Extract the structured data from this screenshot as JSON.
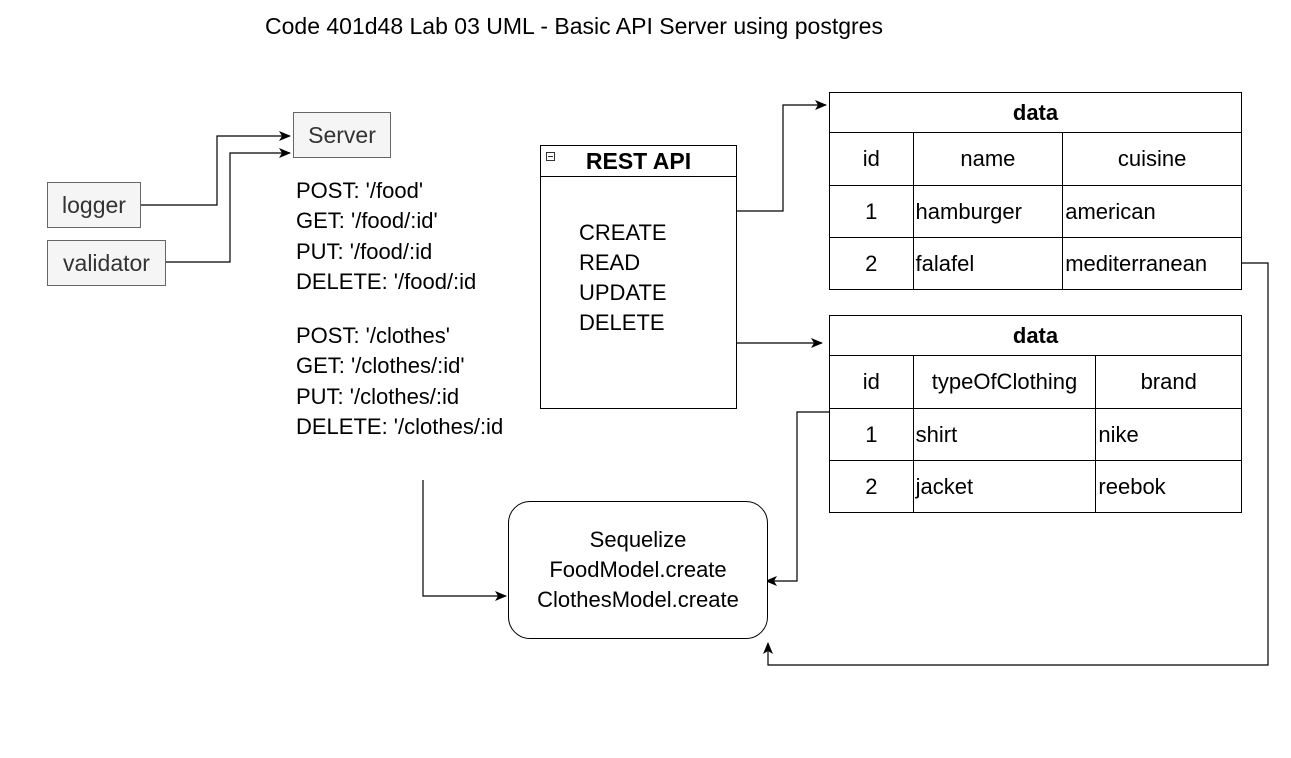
{
  "title": "Code 401d48 Lab 03 UML - Basic API Server using postgres",
  "nodes": {
    "server": "Server",
    "logger": "logger",
    "validator": "validator"
  },
  "routes": {
    "food": [
      "POST: '/food'",
      "GET: '/food/:id'",
      "PUT: '/food/:id",
      "DELETE: '/food/:id"
    ],
    "clothes": [
      "POST: '/clothes'",
      "GET: '/clothes/:id'",
      "PUT: '/clothes/:id",
      "DELETE: '/clothes/:id"
    ]
  },
  "rest_api": {
    "title": "REST API",
    "operations": [
      "CREATE",
      "READ",
      "UPDATE",
      "DELETE"
    ]
  },
  "food_table": {
    "title": "data",
    "columns": [
      "id",
      "name",
      "cuisine"
    ],
    "rows": [
      [
        "1",
        "hamburger",
        "american"
      ],
      [
        "2",
        "falafel",
        "mediterranean"
      ]
    ]
  },
  "clothes_table": {
    "title": "data",
    "columns": [
      "id",
      "typeOfClothing",
      "brand"
    ],
    "rows": [
      [
        "1",
        "shirt",
        "nike"
      ],
      [
        "2",
        "jacket",
        "reebok"
      ]
    ]
  },
  "sequelize": {
    "lines": [
      "Sequelize",
      "FoodModel.create",
      "ClothesModel.create"
    ]
  }
}
